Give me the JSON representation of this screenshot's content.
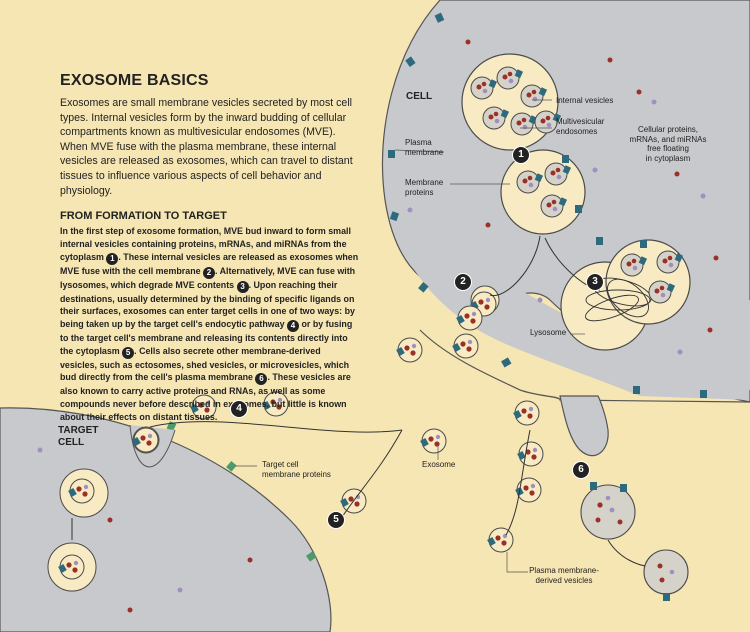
{
  "title": "EXOSOME BASICS",
  "intro": "Exosomes are small membrane vesicles  secreted by most cell types. Internal vesicles form by the inward budding of cellular compartments known as multivesicular endosomes (MVE). When MVE fuse with the plasma membrane, these internal vesicles are released as exosomes, which can travel to distant tissues to influence various aspects of cell behavior and physiology.",
  "section_title": "FROM FORMATION TO TARGET",
  "body": {
    "s1": "In the first step of exosome formation, MVE bud inward to form small internal vesicles containing proteins, mRNAs, and miRNAs from the cytoplasm",
    "s2": ". These internal vesicles are released as exosomes when MVE fuse with the cell membrane",
    "s3": ". Alternatively, MVE can fuse with lysosomes, which degrade MVE contents",
    "s4": ". Upon reaching their destinations, usually determined by the binding of specific ligands on their surfaces, exosomes can enter target cells in one of two ways: by being taken up by the target cell's endocytic pathway",
    "s5": "or by fusing to the target cell's membrane and releasing its contents directly into the cytoplasm",
    "s6": ". Cells also secrete other membrane-derived vesicles, such as ectosomes, shed vesicles, or microvesicles, which bud directly from the cell's plasma membrane",
    "s7": ". These vesicles are also known to carry active proteins and RNAs, as well as some compounds never before described in exosomes, but little is known about their effects on distant tissues."
  },
  "steps": {
    "n1": "1",
    "n2": "2",
    "n3": "3",
    "n4": "4",
    "n5": "5",
    "n6": "6"
  },
  "labels": {
    "cell": "CELL",
    "target_cell_1": "TARGET",
    "target_cell_2": "CELL",
    "internal_vesicles": "Internal vesicles",
    "multivesicular_1": "Multivesicular",
    "multivesicular_2": "endosomes",
    "cellular_1": "Cellular proteins,",
    "cellular_2": "mRNAs, and miRNAs",
    "cellular_3": "free floating",
    "cellular_4": "in cytoplasm",
    "plasma_1": "Plasma",
    "plasma_2": "membrane",
    "membrane_proteins_1": "Membrane",
    "membrane_proteins_2": "proteins",
    "lysosome": "Lysosome",
    "exosome": "Exosome",
    "target_proteins_1": "Target cell",
    "target_proteins_2": "membrane proteins",
    "pmv_1": "Plasma membrane-",
    "pmv_2": "derived vesicles"
  },
  "colors": {
    "background": "#f6e6b4",
    "cell": "#c8c9cc",
    "vesicle": "#f8ebc3",
    "receptor": "#2d6a7e",
    "target_receptor": "#4d9a6a",
    "mrna_dot": "#9a3027",
    "mirna_dot": "#a08fc0"
  }
}
